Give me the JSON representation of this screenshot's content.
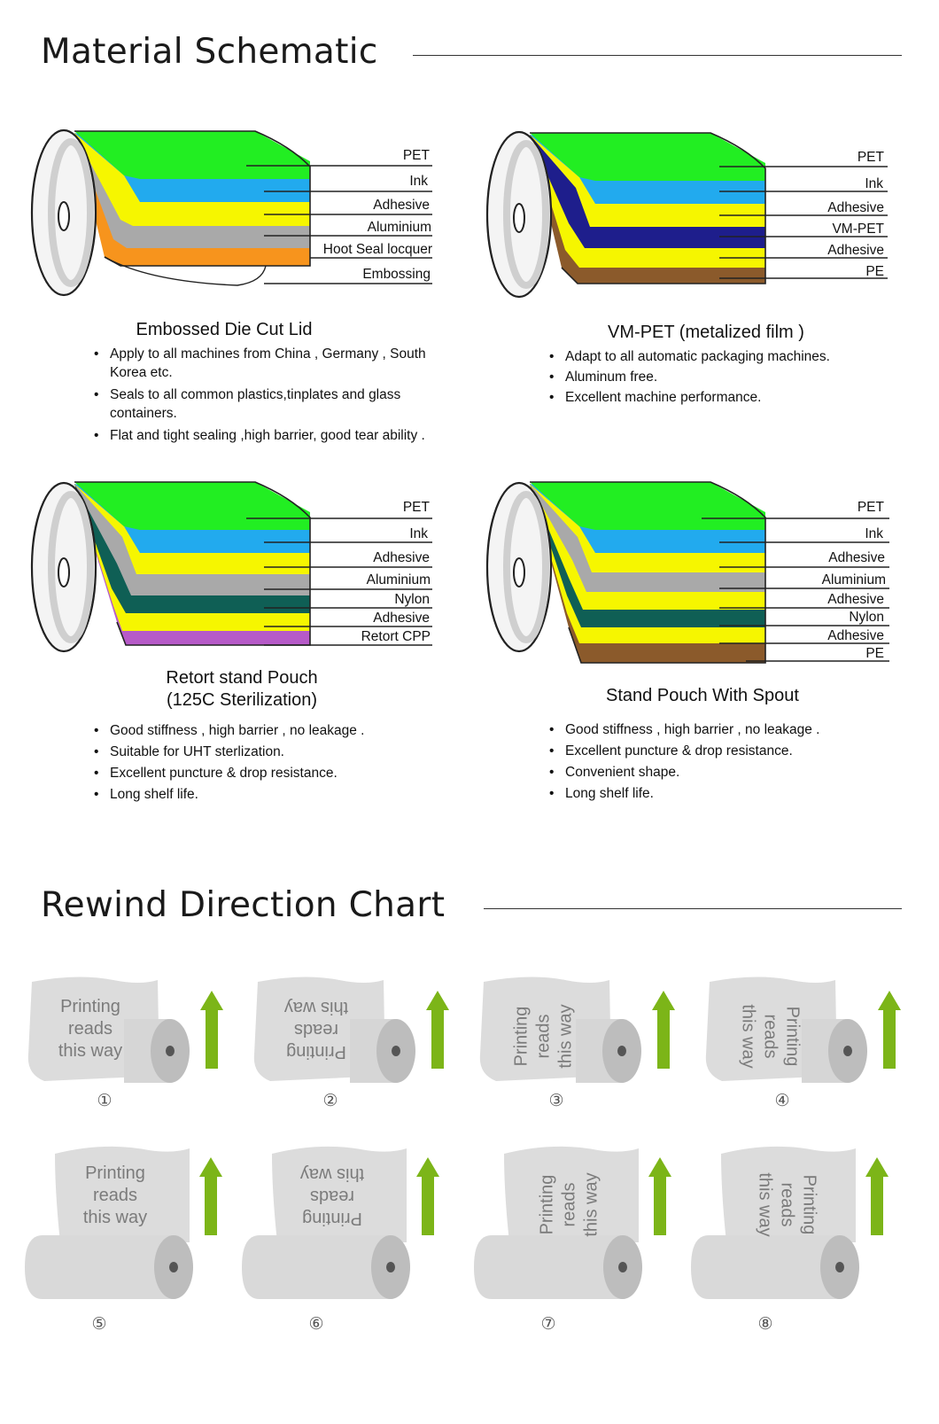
{
  "sections": {
    "material": "Material Schematic",
    "rewind": "Rewind Direction Chart"
  },
  "colors": {
    "pet": "#22ee22",
    "ink": "#22aaee",
    "adhesive": "#f6f600",
    "aluminium": "#a9a9a9",
    "seal": "#f7941d",
    "vmpet": "#1e1e8c",
    "pe": "#8b5a2b",
    "nylon": "#0f5f55",
    "cpp": "#b65ac8",
    "arrow": "#7cb518"
  },
  "panels": [
    {
      "title": "Embossed Die Cut Lid",
      "layers": [
        "PET",
        "Ink",
        "Adhesive",
        "Aluminium",
        "Hoot Seal locquer",
        "Embossing"
      ],
      "bullets": [
        "Apply to all machines from China , Germany , South Korea etc.",
        "Seals to all common plastics,tinplates and glass containers.",
        "Flat and tight sealing ,high barrier, good tear ability ."
      ]
    },
    {
      "title": "VM-PET (metalized film )",
      "layers": [
        "PET",
        "Ink",
        "Adhesive",
        "VM-PET",
        "Adhesive",
        "PE"
      ],
      "bullets": [
        "Adapt to all automatic packaging machines.",
        "Aluminum free.",
        "Excellent machine performance."
      ]
    },
    {
      "title": "Retort stand Pouch",
      "subtitle": "(125C Sterilization)",
      "layers": [
        "PET",
        "Ink",
        "Adhesive",
        "Aluminium",
        "Nylon",
        "Adhesive",
        "Retort CPP"
      ],
      "bullets": [
        "Good stiffness , high barrier , no leakage .",
        "Suitable for UHT sterlization.",
        "Excellent puncture & drop resistance.",
        "Long shelf life."
      ]
    },
    {
      "title": "Stand Pouch With Spout",
      "layers": [
        "PET",
        "Ink",
        "Adhesive",
        "Aluminium",
        "Adhesive",
        "Nylon",
        "Adhesive",
        "PE"
      ],
      "bullets": [
        "Good stiffness , high barrier , no leakage .",
        "Excellent puncture & drop resistance.",
        "Convenient shape.",
        "Long shelf life."
      ]
    }
  ],
  "rewind": {
    "text_lines": [
      "Printing",
      "reads",
      "this way"
    ],
    "numbers": [
      "①",
      "②",
      "③",
      "④",
      "⑤",
      "⑥",
      "⑦",
      "⑧"
    ]
  }
}
